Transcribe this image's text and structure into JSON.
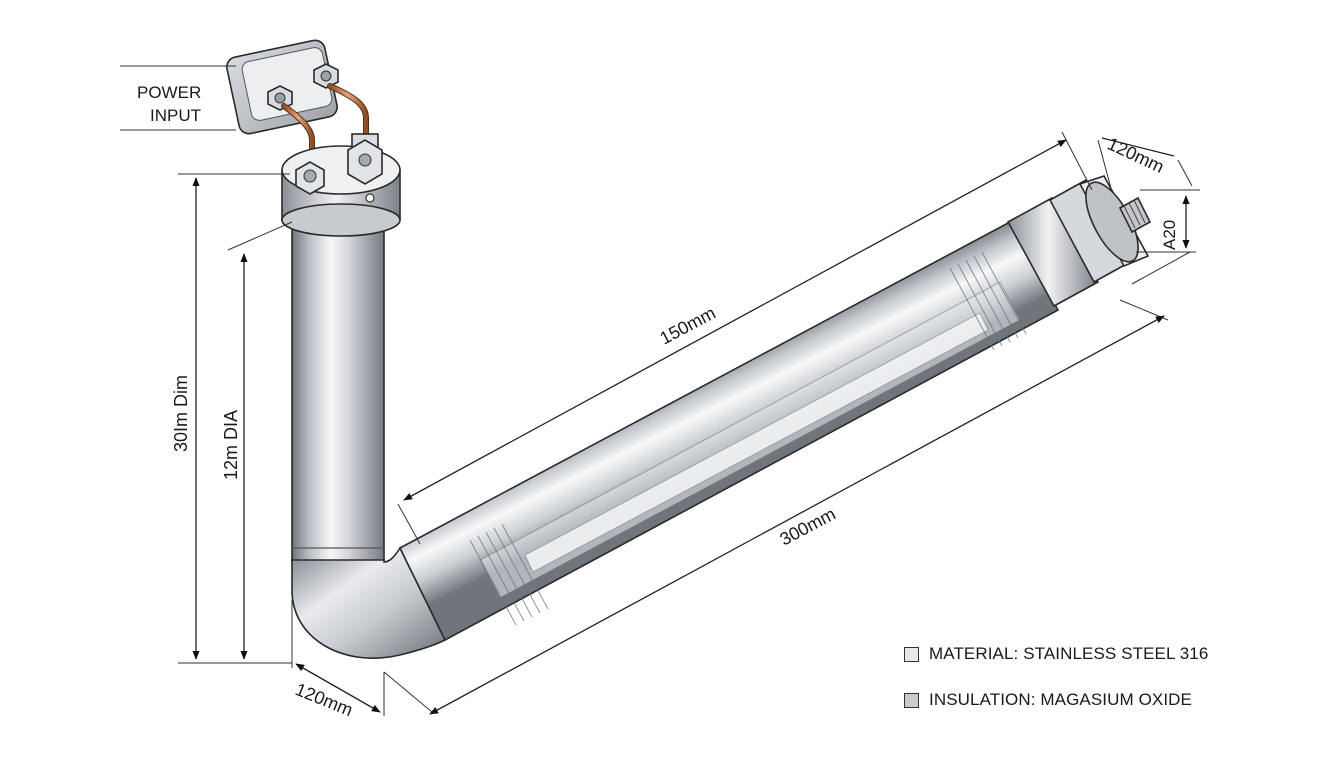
{
  "labels": {
    "power_input_line1": "POWER",
    "power_input_line2": "INPUT",
    "dim_150": "150mm",
    "dim_300": "300mm",
    "dim_120_top": "120mm",
    "dim_120_bottom": "120mm",
    "dim_a20": "A20",
    "dim_30im": "30Im Dim",
    "dim_12m": "12m DIA"
  },
  "legend": {
    "material": "MATERIAL: STAINLESS STEEL 316",
    "insulation": "INSULATION: MAGASIUM OXIDE"
  },
  "colors": {
    "steel_dark": "#7d8289",
    "steel_mid": "#c4c8cd",
    "steel_light": "#f4f5f7",
    "copper": "#c07a4a",
    "swatch_material": "#e6e8ea",
    "swatch_insulation": "#c9cbce"
  }
}
